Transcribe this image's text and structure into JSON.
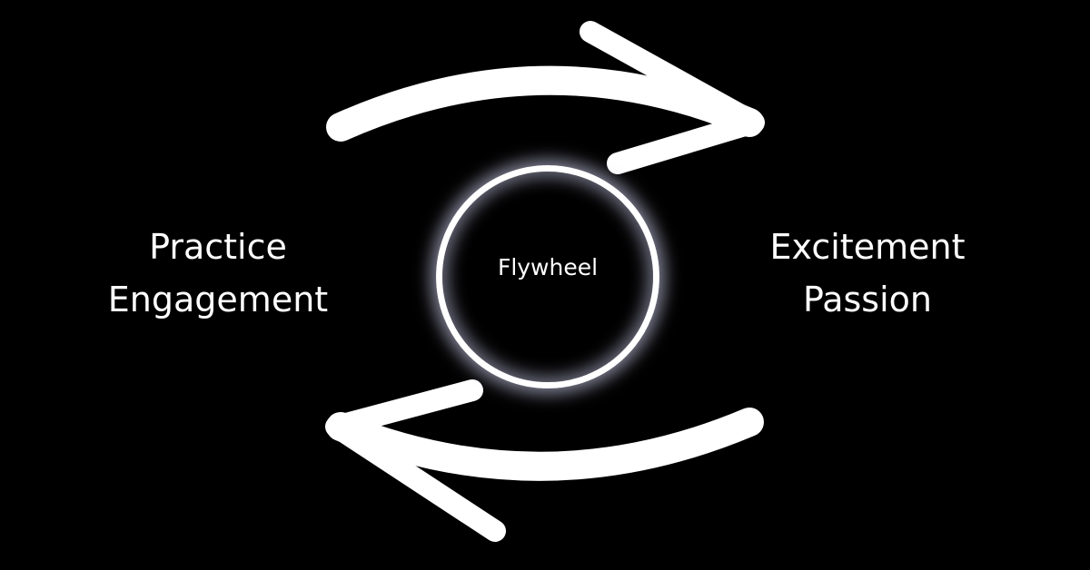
{
  "left_label": {
    "line1": "Practice",
    "line2": "Engagement"
  },
  "right_label": {
    "line1": "Excitement",
    "line2": "Passion"
  },
  "center_label": "Flywheel",
  "colors": {
    "background": "#000000",
    "foreground": "#ffffff"
  }
}
